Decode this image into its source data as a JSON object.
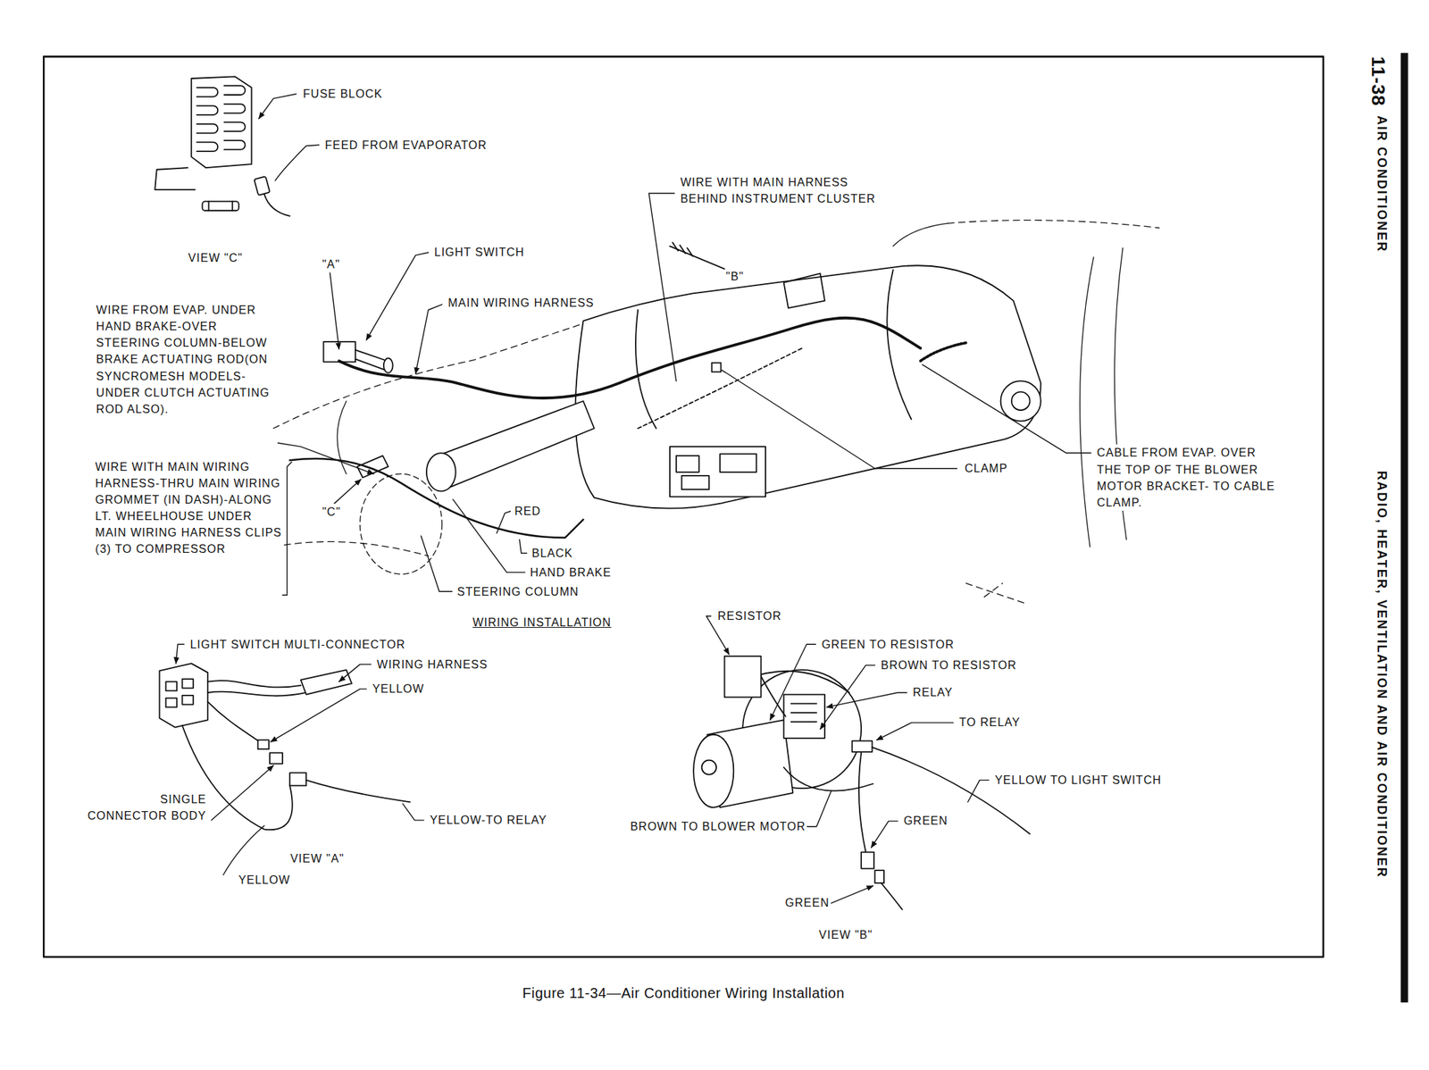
{
  "diagram": {
    "caption": "Figure 11-34—Air Conditioner Wiring Installation",
    "labels": [
      "FUSE BLOCK",
      "FEED FROM EVAPORATOR",
      "VIEW \"C\"",
      "WIRE WITH MAIN HARNESS BEHIND INSTRUMENT CLUSTER",
      "LIGHT SWITCH",
      "\"A\"",
      "\"B\"",
      "MAIN WIRING HARNESS",
      "WIRE FROM EVAP. UNDER HAND BRAKE-OVER STEERING COLUMN-BELOW BRAKE ACTUATING ROD(ON SYNCROMESH MODELS- UNDER CLUTCH ACTUATING ROD ALSO).",
      "CLAMP",
      "CABLE FROM EVAP. OVER THE TOP OF THE BLOWER MOTOR BRACKET- TO CABLE CLAMP.",
      "WIRE WITH MAIN WIRING HARNESS-THRU MAIN WIRING GROMMET (IN DASH)-ALONG LT. WHEELHOUSE UNDER MAIN WIRING HARNESS CLIPS (3) TO COMPRESSOR",
      "\"C\"",
      "RED",
      "BLACK",
      "HAND BRAKE",
      "STEERING COLUMN",
      "WIRING INSTALLATION",
      "RESISTOR",
      "LIGHT SWITCH MULTI-CONNECTOR",
      "GREEN TO RESISTOR",
      "WIRING HARNESS",
      "BROWN TO RESISTOR",
      "YELLOW",
      "RELAY",
      "TO RELAY",
      "YELLOW TO LIGHT SWITCH",
      "SINGLE CONNECTOR BODY",
      "YELLOW-TO RELAY",
      "GREEN",
      "BROWN TO BLOWER MOTOR",
      "VIEW \"A\"",
      "YELLOW",
      "GREEN",
      "VIEW \"B\"",
      "11-38",
      "AIR CONDITIONER",
      "RADIO, HEATER, VENTILATION AND AIR CONDITIONER"
    ]
  }
}
